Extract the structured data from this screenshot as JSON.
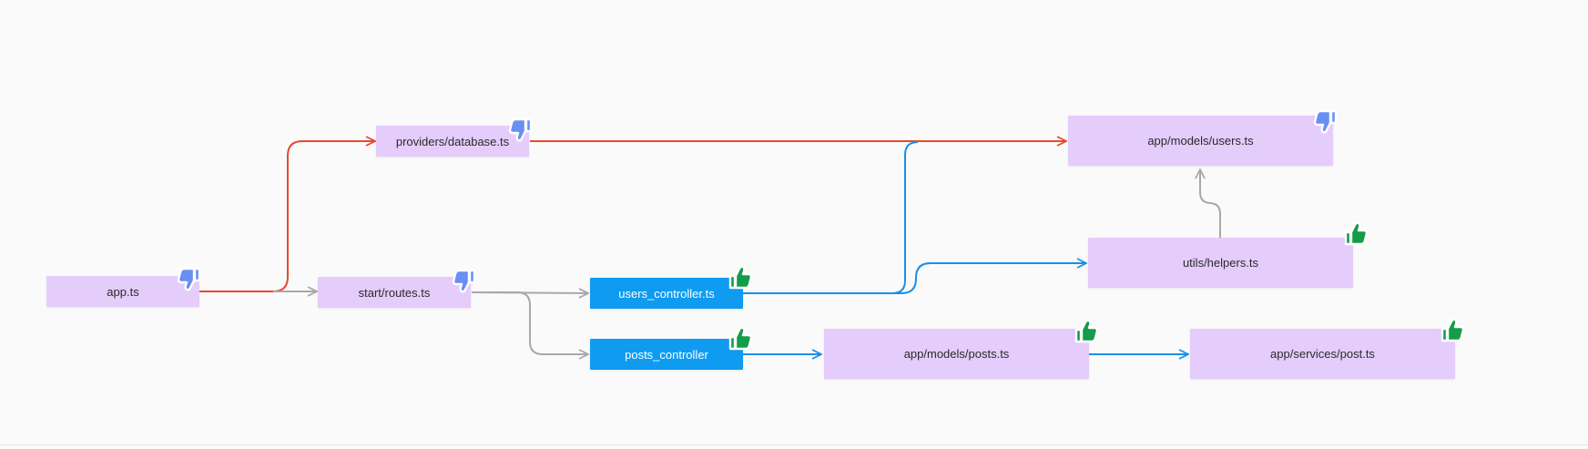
{
  "colors": {
    "background": "#fafafa",
    "node_fill": "#e4ccfb",
    "controller_fill": "#0f9bf0",
    "edge_red": "#e64a2e",
    "edge_gray": "#a8a8a8",
    "edge_blue": "#1b8fe6",
    "thumb_up": "#149c4a",
    "thumb_down": "#6a8ff2"
  },
  "nodes": {
    "app": {
      "label": "app.ts",
      "status": "thumbs-down-icon"
    },
    "database": {
      "label": "providers/database.ts",
      "status": "thumbs-down-icon"
    },
    "routes": {
      "label": "start/routes.ts",
      "status": "thumbs-down-icon"
    },
    "users_controller": {
      "label": "users_controller.ts",
      "status": "thumbs-up-icon"
    },
    "posts_controller": {
      "label": "posts_controller",
      "status": "thumbs-up-icon"
    },
    "users_model": {
      "label": "app/models/users.ts",
      "status": "thumbs-down-icon"
    },
    "helpers": {
      "label": "utils/helpers.ts",
      "status": "thumbs-up-icon"
    },
    "posts_model": {
      "label": "app/models/posts.ts",
      "status": "thumbs-up-icon"
    },
    "post_service": {
      "label": "app/services/post.ts",
      "status": "thumbs-up-icon"
    }
  },
  "edges": [
    {
      "from": "app",
      "to": "database",
      "color": "red"
    },
    {
      "from": "app",
      "to": "routes",
      "color": "gray"
    },
    {
      "from": "database",
      "to": "users_model",
      "color": "red"
    },
    {
      "from": "routes",
      "to": "users_controller",
      "color": "gray"
    },
    {
      "from": "routes",
      "to": "posts_controller",
      "color": "gray"
    },
    {
      "from": "users_controller",
      "to": "users_model",
      "color": "blue"
    },
    {
      "from": "users_controller",
      "to": "helpers",
      "color": "blue"
    },
    {
      "from": "helpers",
      "to": "users_model",
      "color": "gray"
    },
    {
      "from": "posts_controller",
      "to": "posts_model",
      "color": "blue"
    },
    {
      "from": "posts_model",
      "to": "post_service",
      "color": "blue"
    }
  ]
}
